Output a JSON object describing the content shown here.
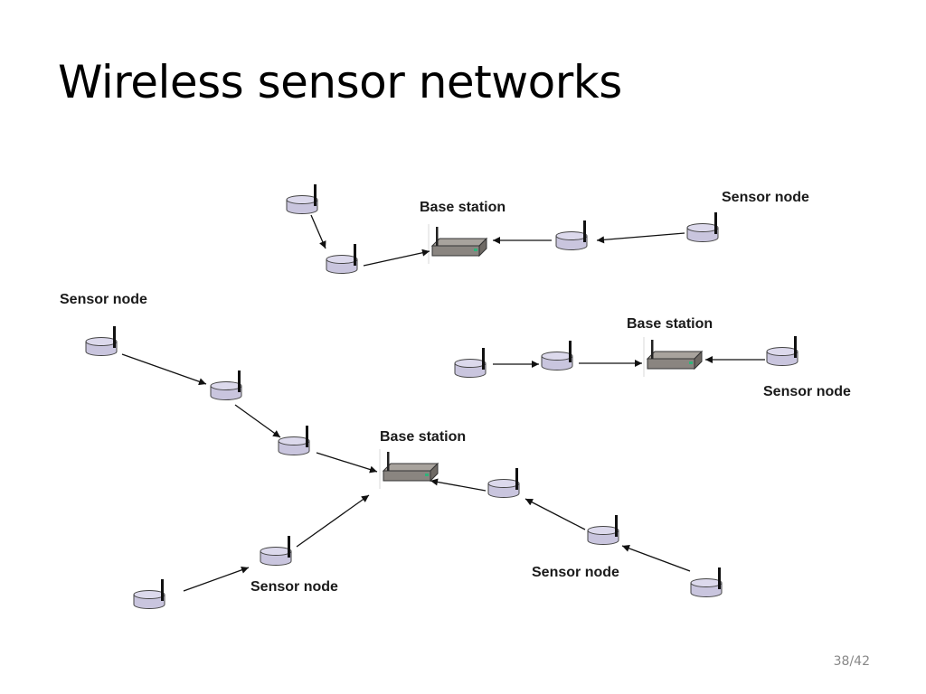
{
  "slide": {
    "title": "Wireless sensor networks",
    "page_number": "38/42"
  },
  "labels": {
    "top_base_station": "Base station",
    "top_sensor_node": "Sensor node",
    "left_sensor_node": "Sensor node",
    "mid_base_station": "Base station",
    "mid_sensor_node": "Sensor node",
    "bottom_base_station": "Base station",
    "bottom_left_sensor_node": "Sensor node",
    "bottom_right_sensor_node": "Sensor node"
  },
  "icons": {
    "sensor": "sensor-node-icon",
    "base_station": "base-station-icon"
  },
  "colors": {
    "sensor_fill": "#c9c5de",
    "base_station_fill": "#8a8580",
    "arrow": "#111111"
  }
}
